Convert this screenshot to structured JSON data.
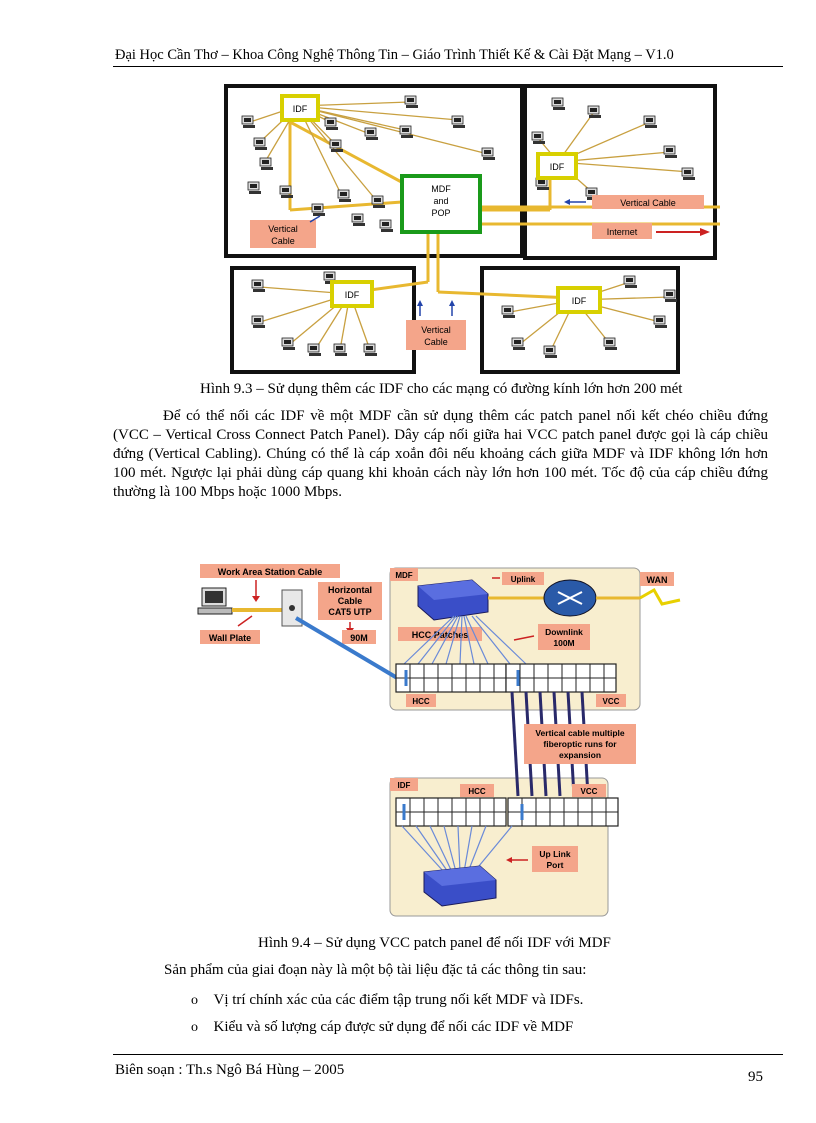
{
  "header": {
    "title": "Đại Học Cần Thơ – Khoa Công Nghệ Thông Tin – Giáo Trình Thiết Kế & Cài Đặt Mạng – V1.0"
  },
  "figure_93": {
    "labels": {
      "idf": "IDF",
      "mdf_line1": "MDF",
      "mdf_line2": "and",
      "mdf_line3": "POP",
      "vertical_cable_line1": "Vertical",
      "vertical_cable_line2": "Cable",
      "vertical_cable_inline": "Vertical Cable",
      "internet": "Internet"
    },
    "caption": "Hình 9.3 – Sử dụng thêm các IDF cho các mạng có đường kính lớn hơn 200 mét"
  },
  "paragraph": "Để có thể nối các IDF về một MDF cần sử dụng thêm các patch panel nối kết chéo chiều đứng (VCC – Vertical Cross Connect Patch Panel). Dây cáp nối giữa hai VCC patch panel được gọi là cáp chiều đứng (Vertical Cabling). Chúng có thể là cáp xoắn đôi nếu khoảng cách giữa MDF và IDF không lớn hơn 100 mét. Ngược lại phải dùng cáp quang khi khoản cách này lớn hơn 100 mét. Tốc độ của cáp chiều đứng thường là 100 Mbps hoặc 1000 Mbps.",
  "figure_94": {
    "labels": {
      "work_area": "Work Area Station Cable",
      "horizontal_1": "Horizontal",
      "horizontal_2": "Cable",
      "horizontal_3": "CAT5 UTP",
      "wall_plate": "Wall Plate",
      "m90": "90M",
      "mdf": "MDF",
      "uplink": "Uplink",
      "wan": "WAN",
      "hcc_patches": "HCC Patches",
      "downlink_1": "Downlink",
      "downlink_2": "100M",
      "hcc": "HCC",
      "vcc": "VCC",
      "vertical_note_1": "Vertical cable multiple",
      "vertical_note_2": "fiberoptic runs for",
      "vertical_note_3": "expansion",
      "idf": "IDF",
      "up_link_port_1": "Up Link",
      "up_link_port_2": "Port"
    },
    "caption": "Hình 9.4 – Sử dụng VCC patch panel để nối IDF với MDF"
  },
  "summary_line": "Sản phẩm của giai đoạn này là một bộ tài liệu đặc tả các thông tin sau:",
  "bullets": [
    {
      "marker": "o",
      "text": "Vị trí chính xác của các điểm tập trung nối kết MDF và IDFs."
    },
    {
      "marker": "o",
      "text": "Kiểu và số lượng cáp được sử dụng để nối các IDF về MDF"
    }
  ],
  "footer": {
    "author": "Biên soạn : Th.s Ngô Bá Hùng – 2005",
    "page": "95"
  },
  "colors": {
    "cable": "#e8b830",
    "label_box": "#f4a58a",
    "panel_bg": "#f8eecf",
    "idf_border": "#d8d000",
    "mdf_border": "#1a9a1a",
    "switch": "#3a4ec8",
    "router": "#2a5aa8",
    "fiber": "#2a2a6a"
  }
}
